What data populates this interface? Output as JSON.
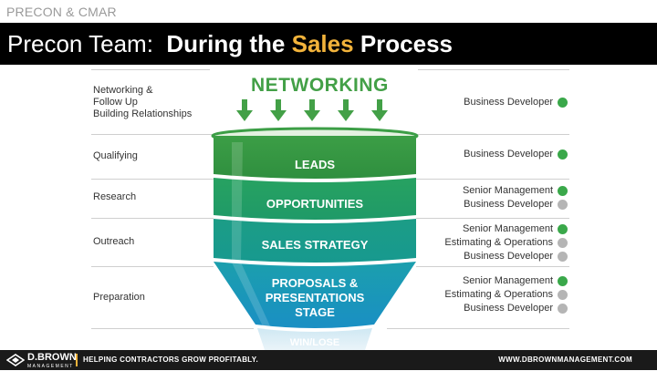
{
  "header": {
    "kicker": "PRECON & CMAR",
    "title_prefix": "Precon Team:",
    "title_bold_1": "During the",
    "title_highlight": "Sales",
    "title_bold_2": "Process"
  },
  "funnel": {
    "top_label": "NETWORKING",
    "stages": [
      {
        "label": "LEADS"
      },
      {
        "label": "OPPORTUNITIES"
      },
      {
        "label": "SALES STRATEGY"
      },
      {
        "label": "PROPOSALS &\nPRESENTATIONS\nSTAGE"
      },
      {
        "label": "WIN/LOSE"
      }
    ]
  },
  "rows": [
    {
      "stage": "Networking &\nFollow Up\nBuilding Relationships",
      "roles": [
        {
          "name": "Business Developer",
          "active": true
        }
      ]
    },
    {
      "stage": "Qualifying",
      "roles": [
        {
          "name": "Business Developer",
          "active": true
        }
      ]
    },
    {
      "stage": "Research",
      "roles": [
        {
          "name": "Senior Management",
          "active": true
        },
        {
          "name": "Business Developer",
          "active": false
        }
      ]
    },
    {
      "stage": "Outreach",
      "roles": [
        {
          "name": "Senior Management",
          "active": true
        },
        {
          "name": "Estimating & Operations",
          "active": false
        },
        {
          "name": "Business Developer",
          "active": false
        }
      ]
    },
    {
      "stage": "Preparation",
      "roles": [
        {
          "name": "Senior Management",
          "active": true
        },
        {
          "name": "Estimating & Operations",
          "active": false
        },
        {
          "name": "Business Developer",
          "active": false
        }
      ]
    }
  ],
  "colors": {
    "active_dot": "#3aa84a",
    "inactive_dot": "#b5b5b5"
  },
  "footer": {
    "brand_name": "D.BROWN",
    "brand_sub": "MANAGEMENT",
    "tagline": "HELPING CONTRACTORS GROW PROFITABLY.",
    "url": "WWW.DBROWNMANAGEMENT.COM"
  }
}
